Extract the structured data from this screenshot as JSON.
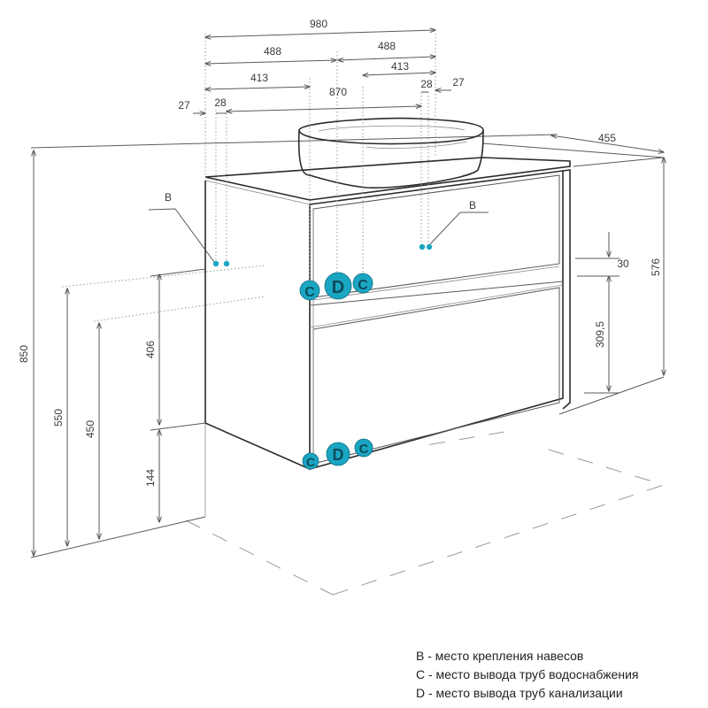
{
  "dimensions": {
    "total_width": "980",
    "half_left": "488",
    "half_right": "488",
    "offset_left": "413",
    "offset_right": "413",
    "inner_width": "870",
    "edge_left_outer": "27",
    "edge_left_inner": "28",
    "edge_right_inner": "28",
    "edge_right_outer": "27",
    "depth": "455",
    "cabinet_height": "576",
    "gap": "30",
    "drawer_height": "309,5",
    "total_height": "850",
    "height_550": "550",
    "height_450": "450",
    "height_406": "406",
    "height_144": "144"
  },
  "markers": {
    "b_left": "B",
    "b_right": "B",
    "c": "C",
    "d": "D"
  },
  "legend": {
    "b": "B - место крепления навесов",
    "c": "C - место вывода труб водоснабжения",
    "d": "D - место вывода труб канализации"
  },
  "colors": {
    "marker": "#1aa6c2",
    "line": "#5a5a5a"
  }
}
